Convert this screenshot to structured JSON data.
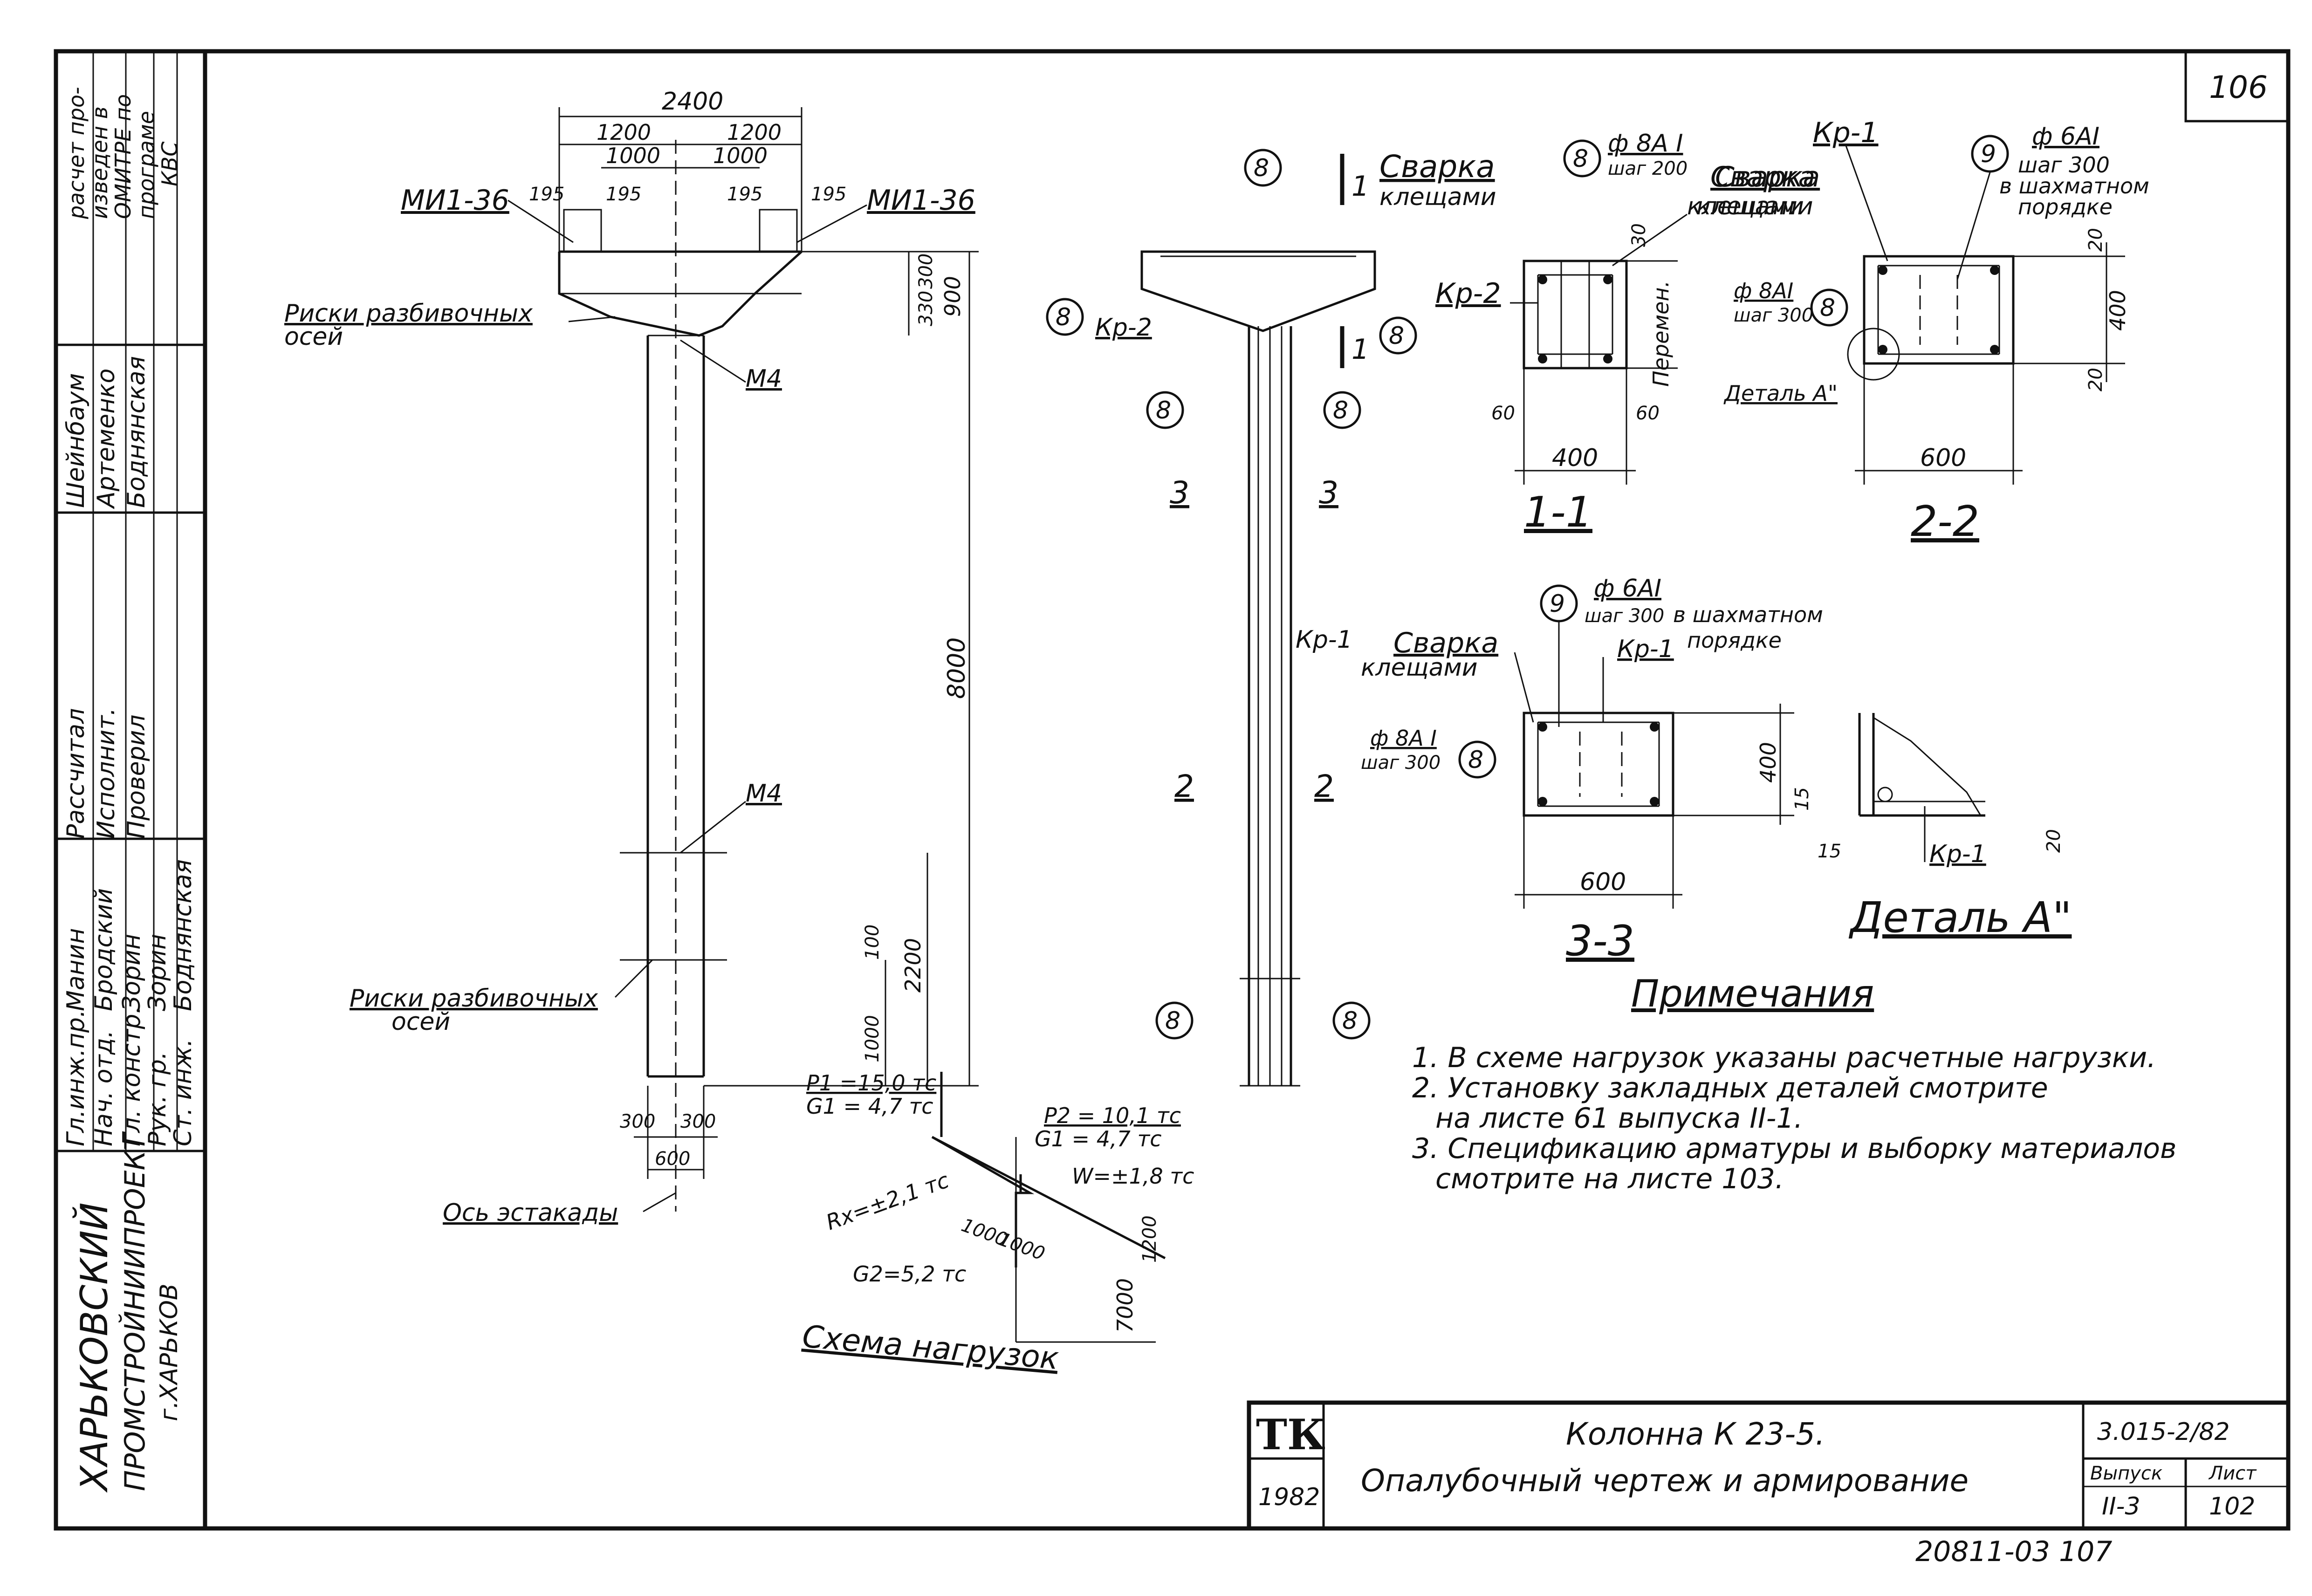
{
  "sheet_number": "106",
  "stamp": {
    "org_lines": [
      "ХАРЬКОВСКИЙ",
      "ПРОМСТРОЙНИИПРОЕКТ",
      "г.ХАРЬКОВ"
    ],
    "note_lines": [
      "расчет про-",
      "изведен в",
      "ОМИТРЕ по",
      "програме",
      "КВС"
    ],
    "roles_top": [
      "Рассчитал",
      "Исполнит.",
      "Проверил"
    ],
    "names_top": [
      "Шейнбаум",
      "Артеменко",
      "Боднянская"
    ],
    "roles_bottom": [
      "Гл.инж.пр.",
      "Нач. отд.",
      "Гл. констр.",
      "Рук. гр.",
      "Ст. инж."
    ],
    "names_bottom": [
      "Манин",
      "Бродский",
      "Зорин",
      "Зорин",
      "Боднянская"
    ]
  },
  "elevation": {
    "dims": {
      "total_width": "2400",
      "half_left": "1200",
      "half_right": "1200",
      "inner_left": "1000",
      "inner_right": "1000",
      "emb_left_a": "195",
      "emb_left_b": "195",
      "emb_right_a": "195",
      "emb_right_b": "195",
      "head_top": "300",
      "head_bottom": "330",
      "head_total": "900",
      "height": "8000",
      "lower_part": "2200",
      "upper_small": "100",
      "lower_small": "1000",
      "base_left": "300",
      "base_right": "300",
      "base_width": "600"
    },
    "labels": {
      "embed_left": "МИ1-36",
      "embed_right": "МИ1-36",
      "marks_top_1": "Риски разбивочных",
      "marks_top_2": "осей",
      "m4_top": "М4",
      "m4_mid": "М4",
      "marks_bot_1": "Риски разбивочных",
      "marks_bot_2": "осей",
      "axis": "Ось эстакады"
    }
  },
  "reinforcement": {
    "marks": {
      "m8": "8",
      "m9": "9"
    },
    "labels": {
      "cut_1": "1",
      "cut_3": "3",
      "cut_2": "2",
      "kr2": "Кр-2",
      "kr1": "Кр-1",
      "weld_1": "Сварка",
      "weld_2": "клещами"
    }
  },
  "section_1_1": {
    "title": "1-1",
    "bar_dia": "ф 8А I",
    "bar_step": "шаг 200",
    "weld_1": "Сварка",
    "weld_2": "клещами",
    "kr2": "Кр-2",
    "dim_top": "30",
    "dim_side": "Перемен.",
    "dim_left": "60",
    "dim_right": "60",
    "dim_width": "400"
  },
  "section_2_2": {
    "title": "2-2",
    "kr1": "Кр-1",
    "weld_1": "Сварка",
    "weld_2": "клещами",
    "bar_dia": "ф 6АI",
    "bar_step": "шаг 300",
    "bar_note_1": "в шахматном",
    "bar_note_2": "порядке",
    "side_dia": "ф 8АI",
    "side_step": "шаг 300",
    "detail_ref": "Деталь А\"",
    "dim_top": "20",
    "dim_height": "400",
    "dim_bottom": "20",
    "dim_width": "600"
  },
  "section_3_3": {
    "title": "3-3",
    "bar_dia": "ф 6АI",
    "bar_step": "шаг 300",
    "bar_note_1": "в шахматном",
    "bar_note_2": "порядке",
    "weld_1": "Сварка",
    "weld_2": "клещами",
    "kr1": "Кр-1",
    "side_dia": "ф 8А I",
    "side_step": "шаг 300",
    "dim_height": "400",
    "dim_width": "600"
  },
  "detail_a": {
    "title": "Деталь А\"",
    "dim_a": "15",
    "dim_b": "15",
    "dim_c": "20",
    "kr1": "Кр-1"
  },
  "loads": {
    "title": "Схема нагрузок",
    "p1": "P1 =15,0 тс",
    "g1a": "G1 = 4,7 тс",
    "p2": "P2 = 10,1 тс",
    "g1b": "G1 = 4,7 тс",
    "rx": "Rx=±2,1 тс",
    "w": "W=±1,8 тс",
    "g2": "G2=5,2 тс",
    "d1": "1000",
    "d2": "1000",
    "d3": "1200",
    "d4": "7000"
  },
  "notes": {
    "title": "Примечания",
    "items": [
      "1. В схеме нагрузок указаны расчетные нагрузки.",
      "2. Установку закладных деталей смотрите",
      "на листе 61 выпуска II-1.",
      "3. Спецификацию арматуры и выборку материалов",
      "смотрите на листе 103."
    ]
  },
  "title_block": {
    "logo": "ТК",
    "year": "1982",
    "title_1": "Колонна  К 23-5.",
    "title_2": "Опалубочный чертеж и армирование",
    "code": "3.015-2/82",
    "issue_label": "Выпуск",
    "issue": "II-3",
    "sheet_label": "Лист",
    "sheet": "102"
  },
  "footer_code": "20811-03   107"
}
